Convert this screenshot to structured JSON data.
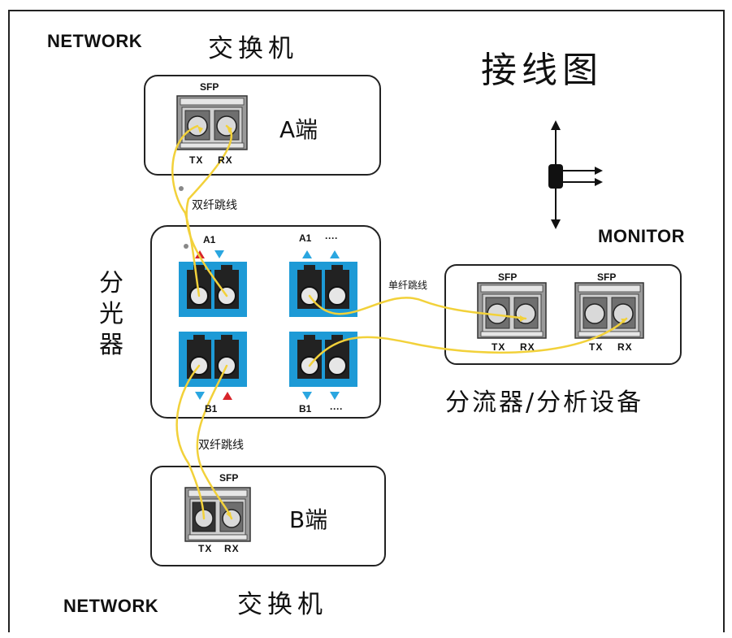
{
  "diagram": {
    "title": "接线图",
    "network_top": "NETWORK",
    "switch_top": "交换机",
    "network_bottom": "NETWORK",
    "switch_bottom": "交换机",
    "end_a": "A端",
    "end_b": "B端",
    "sfp": "SFP",
    "tx": "TX",
    "rx": "RX",
    "dual_patch_top": "双纤跳线",
    "dual_patch_bottom": "双纤跳线",
    "single_patch": "单纤跳线",
    "splitter": "分光器",
    "port_a1_left": "A1",
    "port_a1_right": "A1",
    "port_b1_left": "B1",
    "port_b1_right": "B1",
    "ellipsis": "····",
    "monitor": "MONITOR",
    "analyzer": "分流器/分析设备"
  },
  "colors": {
    "fiber": "#f2d13a",
    "port_blue": "#1d9ad6",
    "arrow_red": "#d8242a",
    "arrow_blue": "#2aa6e0",
    "sfp_gray": "#bdbdbd"
  }
}
